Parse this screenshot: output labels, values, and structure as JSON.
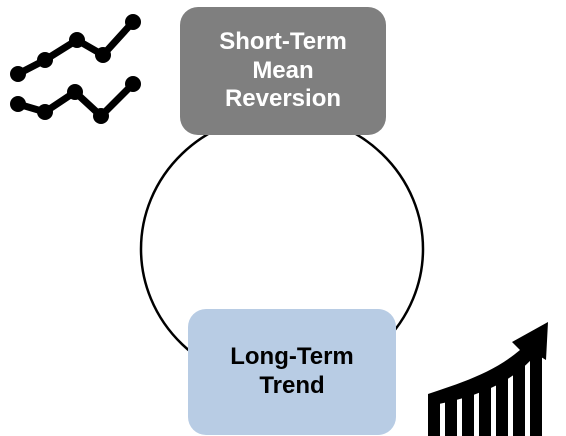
{
  "diagram": {
    "top_box": {
      "lines": [
        "Short-Term",
        "Mean",
        "Reversion"
      ],
      "fill_color": "#7f7f7f",
      "text_color": "#ffffff"
    },
    "bottom_box": {
      "lines": [
        "Long-Term",
        "Trend"
      ],
      "fill_color": "#b8cce4",
      "text_color": "#000000"
    },
    "cycle_color": "#000000",
    "icons": {
      "top_left": "zigzag-lines-icon",
      "bottom_right": "growth-bar-chart-arrow-icon"
    }
  }
}
